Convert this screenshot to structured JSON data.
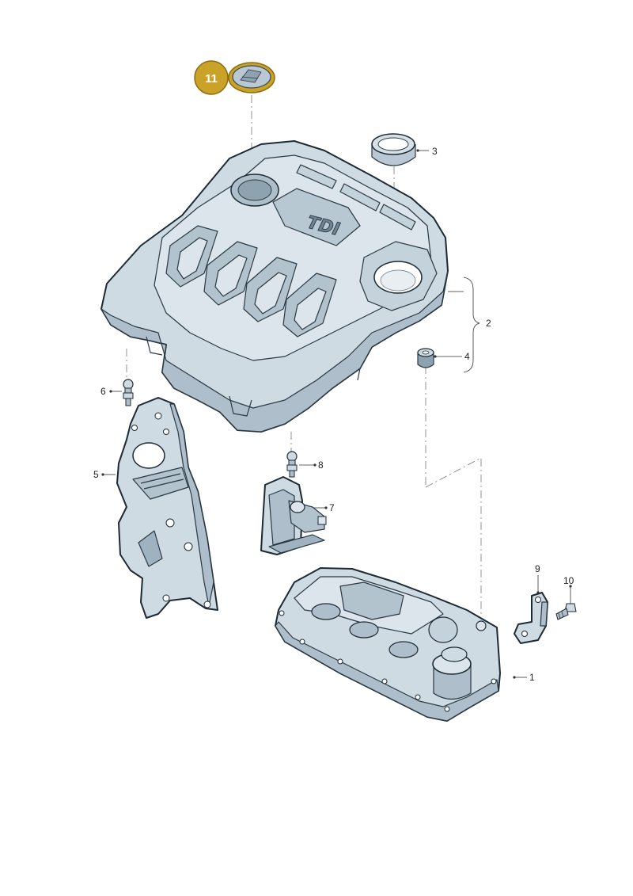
{
  "callouts": [
    {
      "id": "1",
      "label": "1"
    },
    {
      "id": "2",
      "label": "2"
    },
    {
      "id": "3",
      "label": "3"
    },
    {
      "id": "4",
      "label": "4"
    },
    {
      "id": "5",
      "label": "5"
    },
    {
      "id": "6",
      "label": "6"
    },
    {
      "id": "7",
      "label": "7"
    },
    {
      "id": "8",
      "label": "8"
    },
    {
      "id": "9",
      "label": "9"
    },
    {
      "id": "10",
      "label": "10"
    }
  ],
  "highlight": {
    "label": "11",
    "color": "#c9a227"
  },
  "cover_emboss": "TDI",
  "colors": {
    "part_fill": "#cfdbe3",
    "part_shade": "#aebfcb",
    "part_dark": "#8ea2b0",
    "outline": "#1d2a33"
  }
}
